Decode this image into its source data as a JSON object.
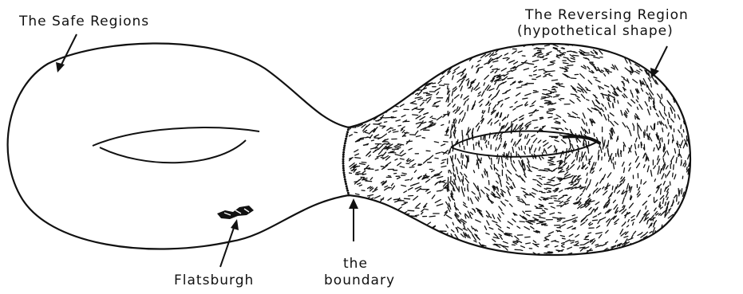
{
  "labels": {
    "safe_regions": "The Safe Regions",
    "reversing_region_line1": "The Reversing Region",
    "reversing_region_line2": "(hypothetical shape)",
    "flatsburgh": "Flatsburgh",
    "boundary_line1": "the",
    "boundary_line2": "boundary"
  },
  "colors": {
    "ink": "#111111",
    "background": "#ffffff"
  }
}
